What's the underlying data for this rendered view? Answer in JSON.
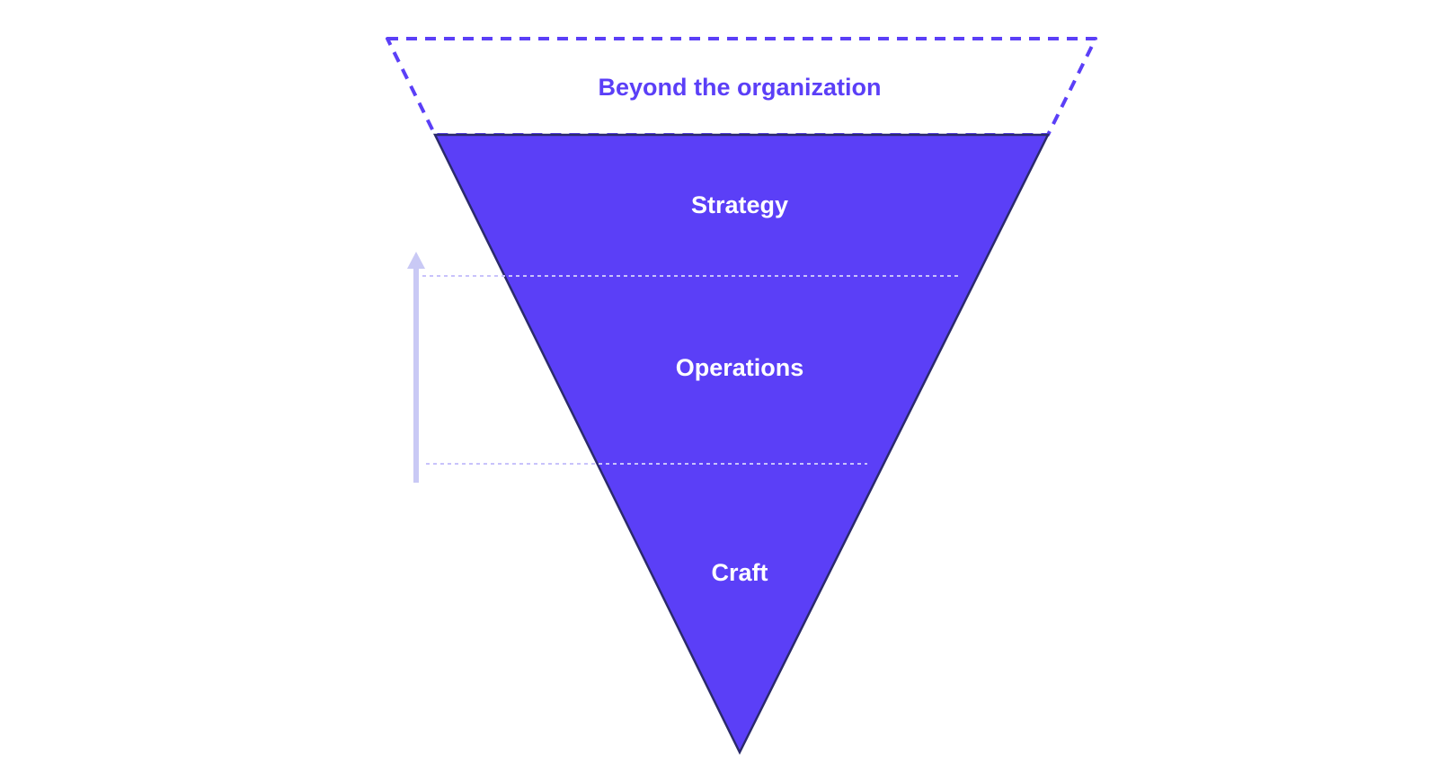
{
  "diagram": {
    "top_label": "Beyond the organization",
    "layers": [
      {
        "label": "Strategy"
      },
      {
        "label": "Operations"
      },
      {
        "label": "Craft"
      }
    ],
    "colors": {
      "accent": "#5b3ff7",
      "outline": "#2b2a6b",
      "dashed_outline": "#5b3ff7",
      "layer_text": "#ffffff",
      "top_text": "#5b3ff7",
      "divider": "#c8c2fb",
      "arrow": "#c9c9f5"
    },
    "icons": {
      "growth_arrow": "arrow-up-icon"
    }
  }
}
